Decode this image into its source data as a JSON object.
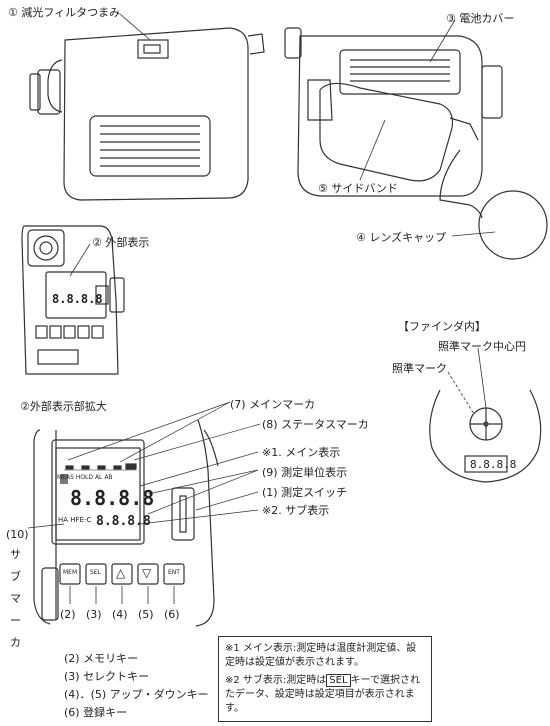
{
  "callouts": {
    "nd_filter_knob": "① 減光フィルタつまみ",
    "battery_cover": "③ 電池カバー",
    "side_band": "⑤ サイドバンド",
    "lens_cap": "④ レンズキャップ",
    "external_display": "② 外部表示",
    "external_display_enlarged": "②外部表示部拡大"
  },
  "finder": {
    "title": "【ファインダ内】",
    "center_circle_label": "照準マーク中心円",
    "aim_mark_label": "照準マーク",
    "digits": "8.8.8.8"
  },
  "enlarged": {
    "main_marker": "(7) メインマーカ",
    "status_marker": "(8) ステータスマーカ",
    "main_display": "※1. メイン表示",
    "unit_display": "(9) 測定単位表示",
    "measure_switch": "(1) 測定スイッチ",
    "sub_display": "※2. サブ表示",
    "sub_marker_num": "(10)",
    "sub_marker_chars": [
      "サ",
      "ブ",
      "マ",
      "ー",
      "カ"
    ],
    "main_digits": "8.8.8.8",
    "sub_digits": "8.8.8.8",
    "lcd_top_labels": [
      "MEAS",
      "HOLD",
      "AL",
      "AB"
    ],
    "lcd_sub_labels": "HA HFE-C",
    "button_labels": [
      "MEM",
      "SEL",
      "△",
      "▽",
      "ENT"
    ],
    "button_numbers": [
      "(2)",
      "(3)",
      "(4)",
      "(5)",
      "(6)"
    ]
  },
  "keys": [
    "(2) メモリキー",
    "(3) セレクトキー",
    "(4)．(5) アップ・ダウンキー",
    "(6) 登録キー"
  ],
  "notes": {
    "note1": "※1 メイン表示:測定時は温度計測定値、設定時は設定値が表示されます。",
    "note2_a": "※2 サブ表示:測定時は",
    "note2_key": "SEL",
    "note2_b": "キーで選択されたデータ、設定時は設定項目が表示されます。"
  },
  "small_lcd_digits": "8.8.8.8"
}
